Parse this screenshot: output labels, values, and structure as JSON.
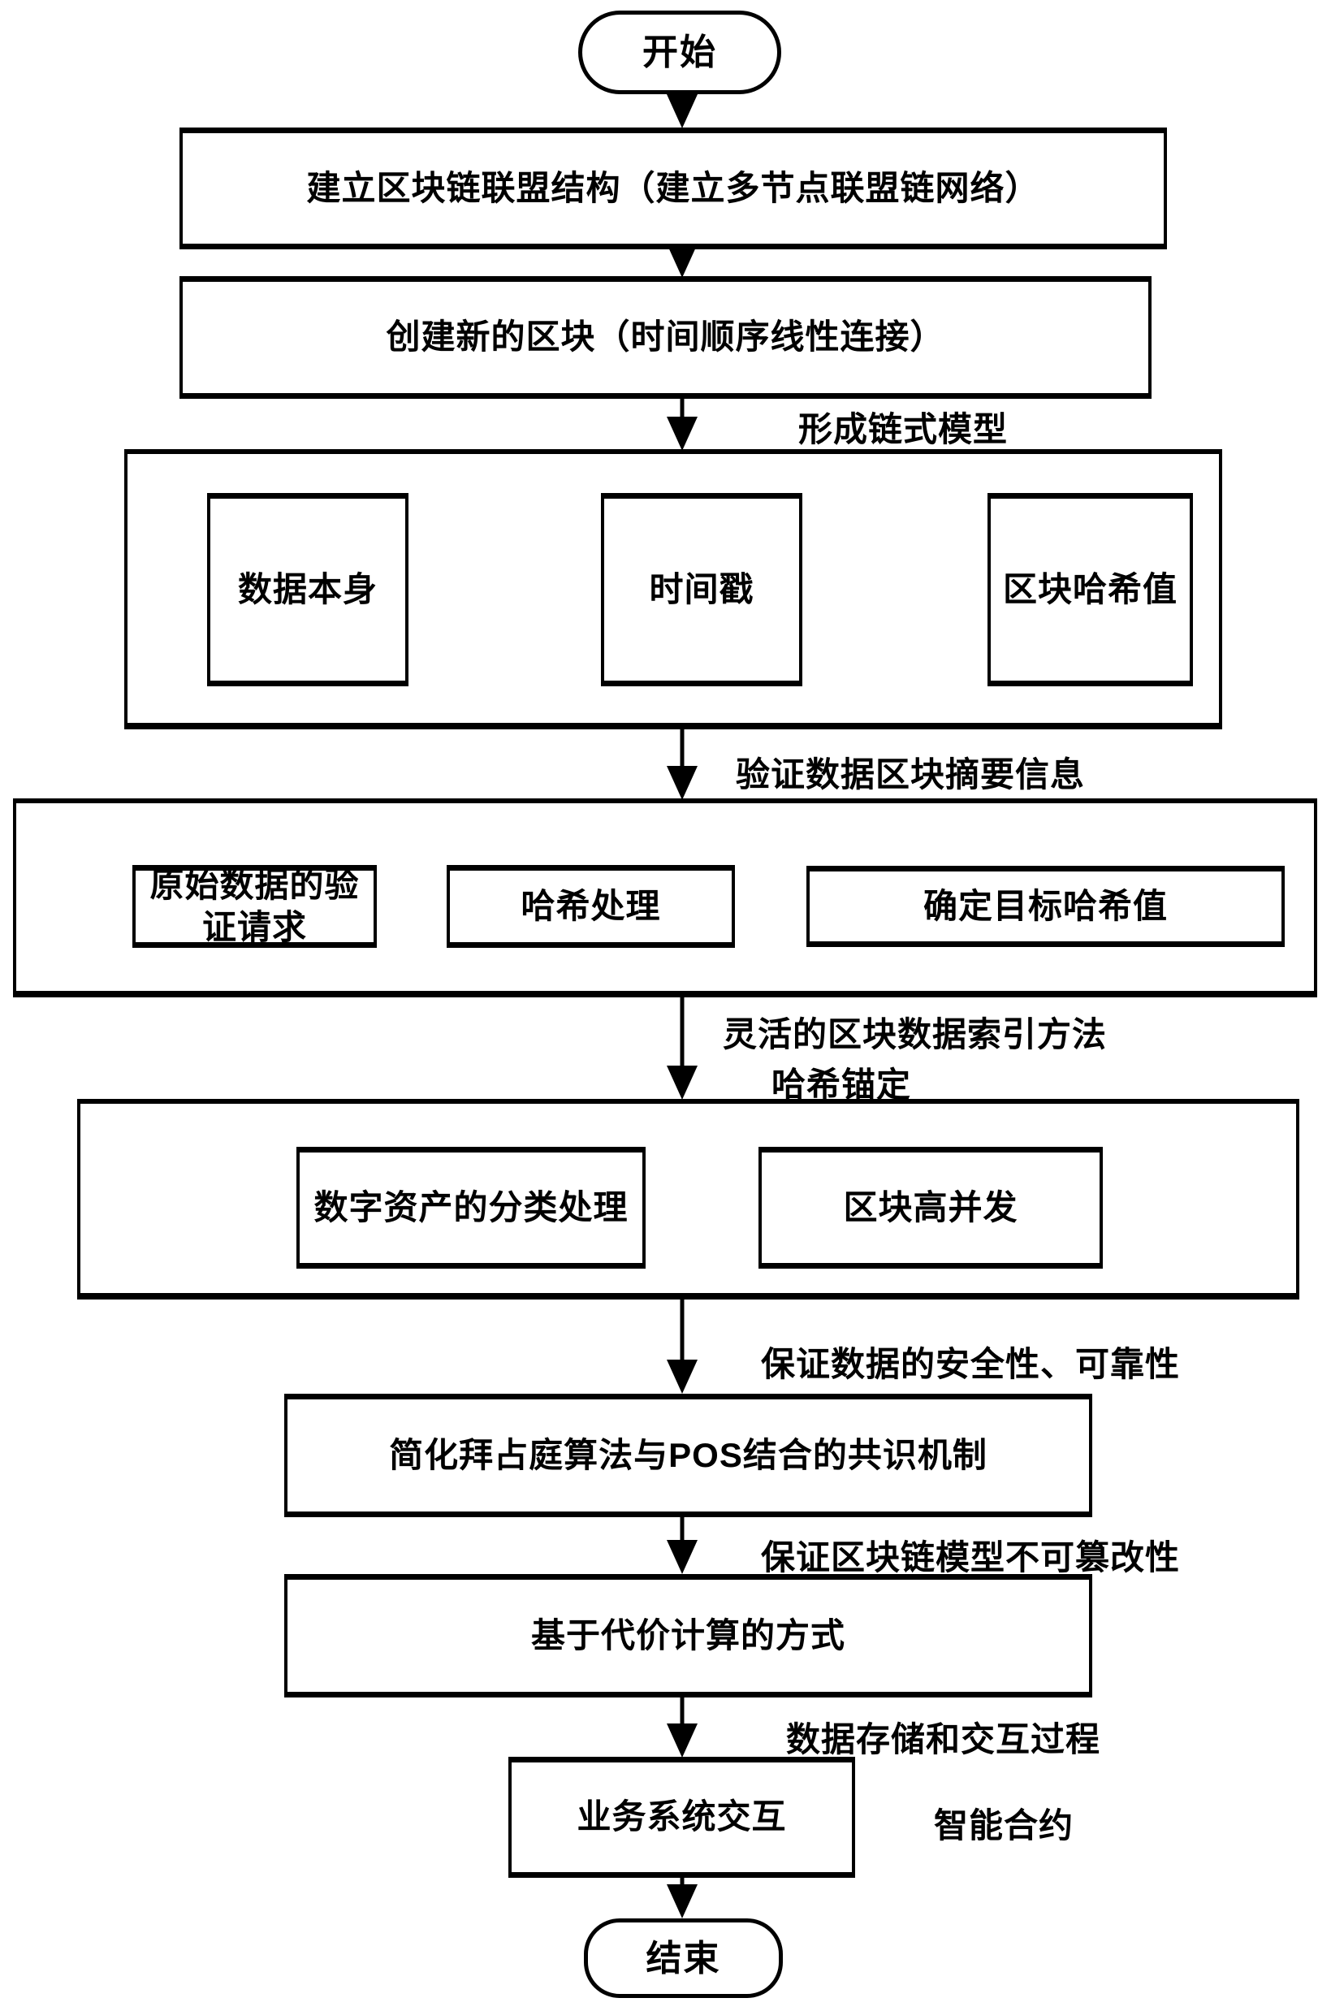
{
  "colors": {
    "ink": "#000000",
    "paper": "#ffffff"
  },
  "nodes": {
    "start": "开始",
    "establish_alliance": "建立区块链联盟结构（建立多节点联盟链网络）",
    "create_block": "创建新的区块（时间顺序线性连接）",
    "data_itself": "数据本身",
    "timestamp": "时间戳",
    "block_hash": "区块哈希值",
    "original_request": "原始数据的验证请求",
    "hash_process": "哈希处理",
    "target_hash": "确定目标哈希值",
    "asset_classify": "数字资产的分类处理",
    "block_concurrency": "区块高并发",
    "consensus": "简化拜占庭算法与POS结合的共识机制",
    "cost_calc": "基于代价计算的方式",
    "business_interact": "业务系统交互",
    "end": "结束"
  },
  "labels": {
    "chain_model": "形成链式模型",
    "verify_summary": "验证数据区块摘要信息",
    "flexible_index": "灵活的区块数据索引方法",
    "hash_anchor": "哈希锚定",
    "security": "保证数据的安全性、可靠性",
    "immutable": "保证区块链模型不可篡改性",
    "storage_process": "数据存储和交互过程",
    "smart_contract": "智能合约"
  }
}
